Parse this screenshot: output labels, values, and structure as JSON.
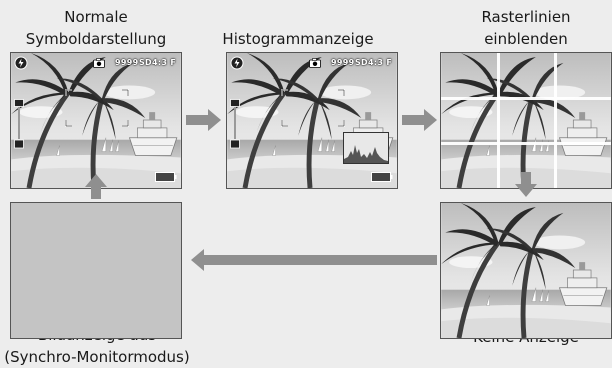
{
  "labels": {
    "normal": [
      "Normale",
      "Symboldarstellung"
    ],
    "histogram": [
      "Histogrammanzeige"
    ],
    "grid": [
      "Rasterlinien",
      "einblenden"
    ],
    "none": [
      "Keine Anzeige"
    ],
    "off": [
      "Bildanzeige aus",
      "(Synchro-Monitormodus)"
    ]
  },
  "hud": {
    "counter": "9999",
    "card": "SD",
    "size": "4:3 F",
    "flash_icon": "flash-off-icon",
    "mode_icon": "camera-icon",
    "zoom_icon": "zoom-bar-icon",
    "battery_icon": "battery-icon"
  },
  "colors": {
    "background": "#ededed",
    "arrow": "#8f8f8f",
    "blank_panel": "#c4c4c4"
  }
}
